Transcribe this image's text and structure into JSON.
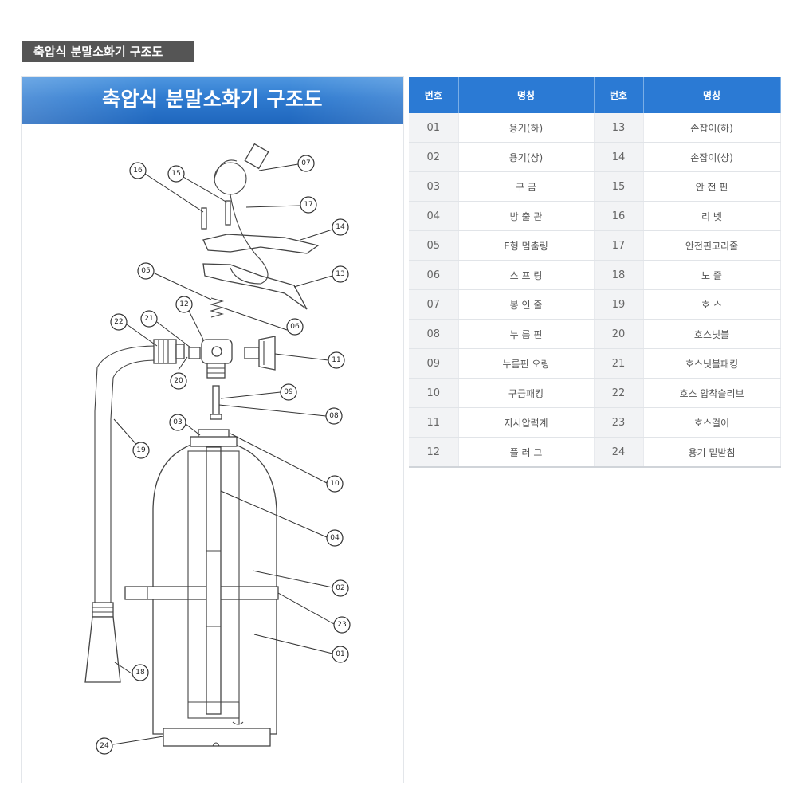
{
  "section_title": "축압식 분말소화기 구조도",
  "banner_title": "축압식 분말소화기 구조도",
  "table": {
    "headers": [
      "번호",
      "명칭",
      "번호",
      "명칭"
    ],
    "rows": [
      [
        "01",
        "용기(하)",
        "13",
        "손잡이(하)"
      ],
      [
        "02",
        "용기(상)",
        "14",
        "손잡이(상)"
      ],
      [
        "03",
        "구 금",
        "15",
        "안 전 핀"
      ],
      [
        "04",
        "방 출 관",
        "16",
        "리 벳"
      ],
      [
        "05",
        "E형 멈춤링",
        "17",
        "안전핀고리줄"
      ],
      [
        "06",
        "스 프 링",
        "18",
        "노 즐"
      ],
      [
        "07",
        "봉 인 줄",
        "19",
        "호 스"
      ],
      [
        "08",
        "누 름 핀",
        "20",
        "호스닛블"
      ],
      [
        "09",
        "누름핀 오링",
        "21",
        "호스닛블패킹"
      ],
      [
        "10",
        "구금패킹",
        "22",
        "호스 압착슬리브"
      ],
      [
        "11",
        "지시압력계",
        "23",
        "호스걸이"
      ],
      [
        "12",
        "플 러 그",
        "24",
        "용기 밑받침"
      ]
    ]
  },
  "callouts": [
    "16",
    "15",
    "07",
    "17",
    "14",
    "05",
    "13",
    "12",
    "22",
    "21",
    "06",
    "11",
    "20",
    "09",
    "03",
    "08",
    "19",
    "10",
    "04",
    "02",
    "23",
    "01",
    "18",
    "24"
  ],
  "colors": {
    "accent": "#2b7ad4",
    "tag_bg": "#555555"
  }
}
